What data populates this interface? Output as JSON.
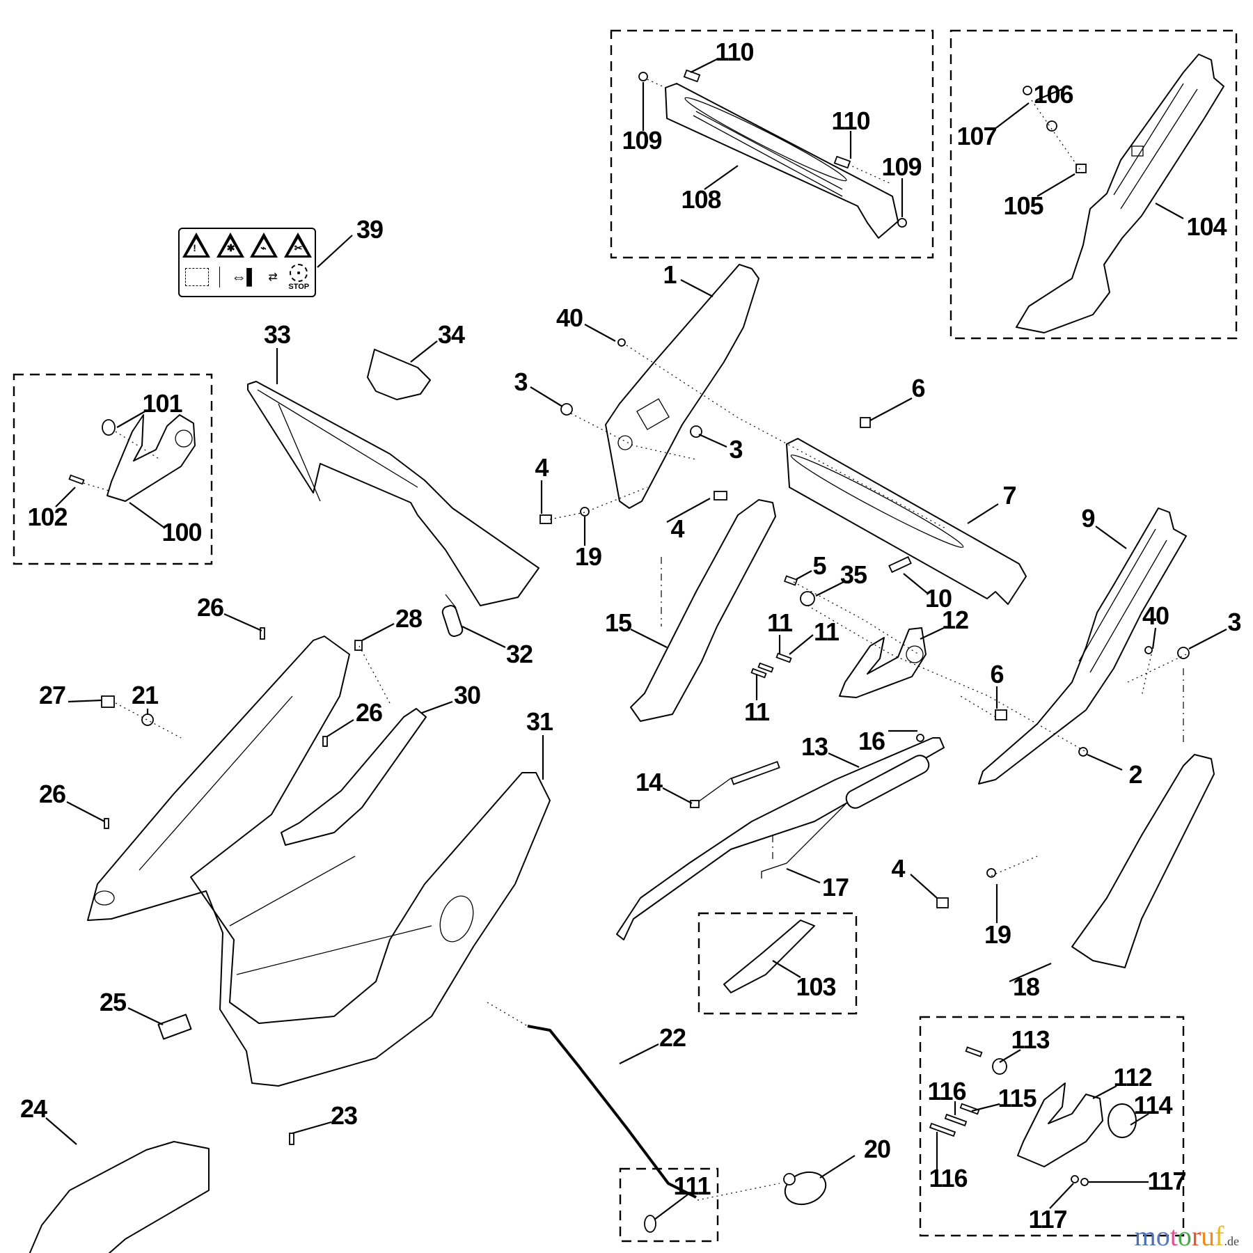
{
  "diagram": {
    "title": "Exploded parts diagram - lawn mower handle / chassis assembly",
    "brand_watermark": {
      "letters": [
        {
          "char": "m",
          "color": "#4a6fb5"
        },
        {
          "char": "o",
          "color": "#5577c0"
        },
        {
          "char": "t",
          "color": "#e0528f"
        },
        {
          "char": "o",
          "color": "#4aa84a"
        },
        {
          "char": "r",
          "color": "#e8552a"
        },
        {
          "char": "u",
          "color": "#f08a1c"
        },
        {
          "char": "f",
          "color": "#e8b820"
        }
      ],
      "suffix": ".de"
    },
    "warning_sticker": {
      "part_number": "39",
      "icons": [
        "warning-general-icon",
        "warning-thrown-objects-icon",
        "warning-hand-injury-icon",
        "warning-foot-injury-icon",
        "read-manual-icon",
        "keep-distance-icon",
        "height-adjust-icon",
        "blade-stop-icon"
      ],
      "stop_text": "STOP",
      "triangle_marks": [
        "!",
        "✱",
        "⌁",
        "✂"
      ]
    },
    "kit_boxes": [
      {
        "id": "kit-108",
        "parts": [
          "108",
          "109",
          "110"
        ]
      },
      {
        "id": "kit-104",
        "parts": [
          "104",
          "105",
          "106",
          "107"
        ]
      },
      {
        "id": "kit-100",
        "parts": [
          "100",
          "101",
          "102"
        ]
      },
      {
        "id": "kit-103",
        "parts": [
          "103"
        ]
      },
      {
        "id": "kit-111",
        "parts": [
          "111"
        ]
      },
      {
        "id": "kit-112",
        "parts": [
          "112",
          "113",
          "114",
          "115",
          "116",
          "117"
        ]
      }
    ],
    "callouts": [
      {
        "n": "110"
      },
      {
        "n": "110"
      },
      {
        "n": "109"
      },
      {
        "n": "109"
      },
      {
        "n": "108"
      },
      {
        "n": "107"
      },
      {
        "n": "106"
      },
      {
        "n": "105"
      },
      {
        "n": "104"
      },
      {
        "n": "39"
      },
      {
        "n": "1"
      },
      {
        "n": "40"
      },
      {
        "n": "3"
      },
      {
        "n": "3"
      },
      {
        "n": "4"
      },
      {
        "n": "19"
      },
      {
        "n": "4"
      },
      {
        "n": "6"
      },
      {
        "n": "7"
      },
      {
        "n": "9"
      },
      {
        "n": "33"
      },
      {
        "n": "34"
      },
      {
        "n": "101"
      },
      {
        "n": "102"
      },
      {
        "n": "100"
      },
      {
        "n": "5"
      },
      {
        "n": "35"
      },
      {
        "n": "10"
      },
      {
        "n": "12"
      },
      {
        "n": "11"
      },
      {
        "n": "11"
      },
      {
        "n": "11"
      },
      {
        "n": "15"
      },
      {
        "n": "40"
      },
      {
        "n": "3"
      },
      {
        "n": "6"
      },
      {
        "n": "2"
      },
      {
        "n": "13"
      },
      {
        "n": "16"
      },
      {
        "n": "14"
      },
      {
        "n": "17"
      },
      {
        "n": "4"
      },
      {
        "n": "19"
      },
      {
        "n": "18"
      },
      {
        "n": "103"
      },
      {
        "n": "26"
      },
      {
        "n": "28"
      },
      {
        "n": "32"
      },
      {
        "n": "27"
      },
      {
        "n": "21"
      },
      {
        "n": "26"
      },
      {
        "n": "30"
      },
      {
        "n": "31"
      },
      {
        "n": "26"
      },
      {
        "n": "25"
      },
      {
        "n": "24"
      },
      {
        "n": "23"
      },
      {
        "n": "22"
      },
      {
        "n": "20"
      },
      {
        "n": "111"
      },
      {
        "n": "113"
      },
      {
        "n": "112"
      },
      {
        "n": "116"
      },
      {
        "n": "115"
      },
      {
        "n": "114"
      },
      {
        "n": "116"
      },
      {
        "n": "117"
      },
      {
        "n": "117"
      }
    ]
  }
}
